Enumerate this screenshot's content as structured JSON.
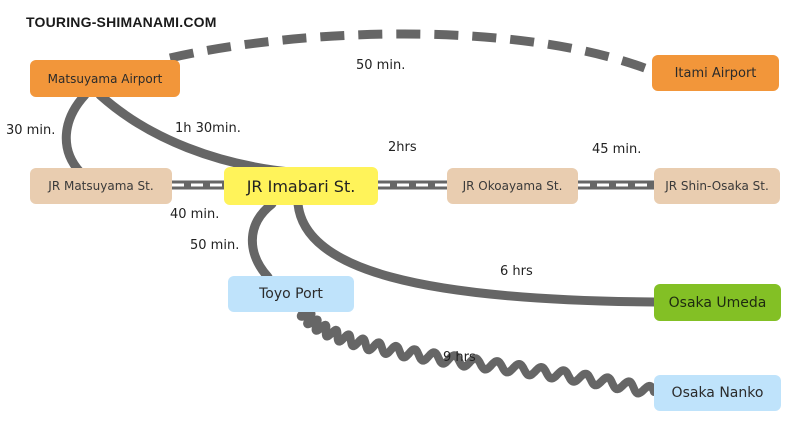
{
  "site": "TOURING-SHIMANAMI.COM",
  "nodes": {
    "matsuyama_airport": "Matsuyama Airport",
    "itami_airport": "Itami Airport",
    "jr_matsuyama": "JR Matsuyama St.",
    "jr_imabari": "JR Imabari St.",
    "jr_okayama": "JR Okoayama St.",
    "jr_shin_osaka": "JR Shin-Osaka St.",
    "toyo_port": "Toyo Port",
    "osaka_umeda": "Osaka Umeda",
    "osaka_nanko": "Osaka Nanko"
  },
  "times": {
    "airport_to_itami": "50 min.",
    "airport_to_jr_matsuyama": "30 min.",
    "airport_to_imabari": "1h 30min.",
    "imabari_to_okayama": "2hrs",
    "okayama_to_shin_osaka": "45 min.",
    "jr_matsuyama_to_imabari": "40 min.",
    "imabari_to_toyo": "50 min.",
    "imabari_to_umeda": "6 hrs",
    "toyo_to_nanko": "9 hrs"
  },
  "colors": {
    "route": "#666666",
    "rail_dash": "#ffffff"
  }
}
